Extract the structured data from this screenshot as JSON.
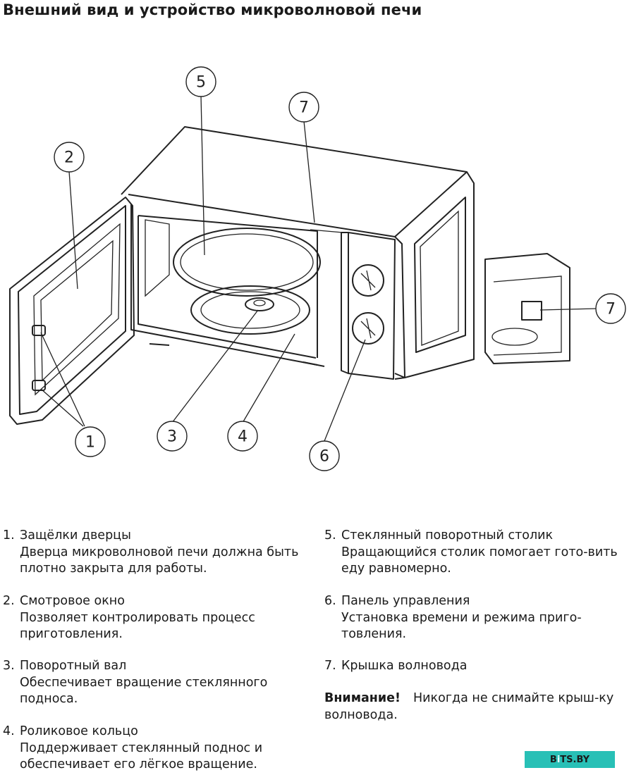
{
  "title": "Внешний вид и устройство микроволновой печи",
  "callouts": [
    "1",
    "2",
    "3",
    "4",
    "5",
    "6",
    "7",
    "7"
  ],
  "items": [
    {
      "num": "1.",
      "head": "Защёлки дверцы",
      "body": "Дверца микроволновой печи должна быть плотно закрыта для работы."
    },
    {
      "num": "2.",
      "head": "Смотровое окно",
      "body": "Позволяет контролировать процесс приготовления."
    },
    {
      "num": "3.",
      "head": "Поворотный вал",
      "body": "Обеспечивает вращение стеклянного подноса."
    },
    {
      "num": "4.",
      "head": "Роликовое кольцо",
      "body": "Поддерживает стеклянный поднос и обеспечивает его лёгкое вращение."
    },
    {
      "num": "5.",
      "head": "Стеклянный поворотный столик",
      "body": "Вращающийся столик помогает гото-вить еду равномерно."
    },
    {
      "num": "6.",
      "head": "Панель управления",
      "body": "Установка времени и режима приго-товления."
    },
    {
      "num": "7.",
      "head": "Крышка волновода",
      "body": ""
    }
  ],
  "warning": {
    "label": "Внимание!",
    "text": "Никогда не снимайте крыш-ку волновода."
  },
  "badge": {
    "text_a": "B",
    "text_dot": "i",
    "text_b": "TS.BY"
  }
}
